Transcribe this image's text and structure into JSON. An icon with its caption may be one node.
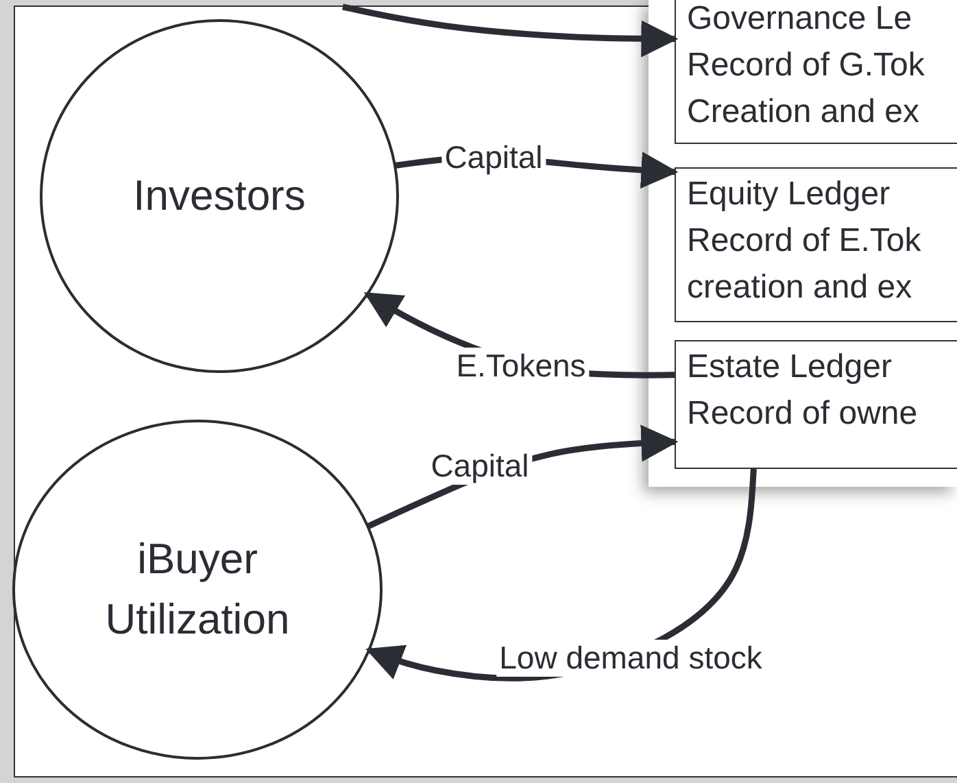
{
  "diagram": {
    "nodes": [
      {
        "text": [],
        "shape": "box"
      },
      {
        "text": [
          "Governance Le",
          "Record of G.Tok Creation and ex"
        ],
        "in": 0
      },
      {
        "text": [
          "Equity Ledger",
          "Record of E.Tok creation and ex"
        ],
        "in": 0
      },
      {
        "text": [
          "Estate Ledger",
          "Record of owne"
        ],
        "in": 0
      },
      {
        "text": [
          "Investors"
        ]
      },
      {
        "text": [
          "iBuyer Utilization"
        ]
      }
    ],
    "edges": [
      {
        "from": null,
        "to": 1,
        "arrow": "to"
      },
      {
        "from": 4,
        "to": 2,
        "arrow": "to",
        "label": "Capital"
      },
      {
        "from": 3,
        "to": 4,
        "arrow": "to",
        "label": "E.Tokens"
      },
      {
        "from": 5,
        "to": 3,
        "arrow": "to",
        "label": "Capital"
      },
      {
        "from": 3,
        "to": 5,
        "arrow": "to",
        "label": "Low demand stock"
      }
    ]
  }
}
